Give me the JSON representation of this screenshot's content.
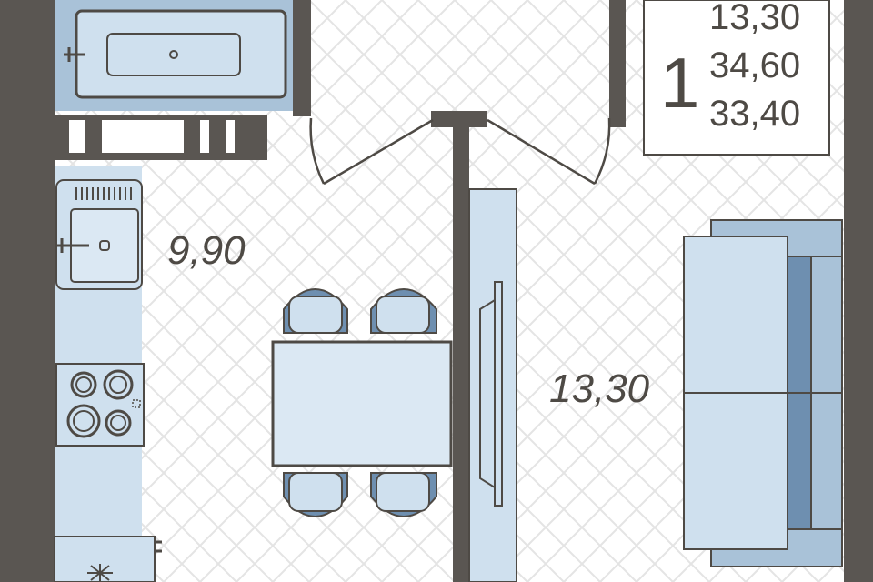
{
  "plan": {
    "room_count": "1",
    "living_area": "13,30",
    "total_area": "34,60",
    "area_3": "33,40"
  },
  "rooms": {
    "kitchen_area": "9,90",
    "living_room_area": "13,30"
  },
  "colors": {
    "wall": "#5a5652",
    "furniture_light": "#cfe0ee",
    "furniture_mid": "#a9c2d8",
    "furniture_dark": "#6e8fb0",
    "outline": "#4e4a45",
    "floor_pattern": "#e6e6e6"
  }
}
